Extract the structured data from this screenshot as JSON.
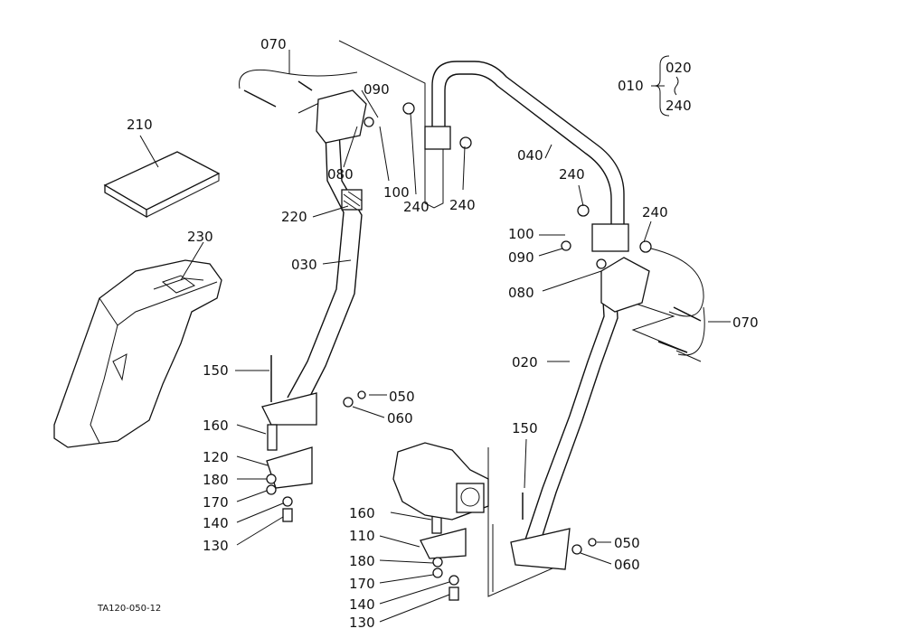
{
  "drawing_code": "TA120-050-12",
  "icons": {
    "callout": "part-number-callout"
  },
  "callouts": {
    "c070_top": "070",
    "c090_top": "090",
    "c080_top": "080",
    "c100_top": "100",
    "c240_a": "240",
    "c240_b": "240",
    "c040": "040",
    "c010": "010",
    "c020_range": "020",
    "c240_range": "240",
    "c210": "210",
    "c220": "220",
    "c030": "030",
    "c230": "230",
    "c240_c": "240",
    "c240_d": "240",
    "c100_r": "100",
    "c090_r": "090",
    "c080_r": "080",
    "c070_r": "070",
    "c020": "020",
    "c150_l": "150",
    "c050_l": "050",
    "c060_l": "060",
    "c160_l": "160",
    "c120": "120",
    "c180_l": "180",
    "c170_l": "170",
    "c140_l": "140",
    "c130_l": "130",
    "c150_r": "150",
    "c160_r": "160",
    "c110": "110",
    "c180_r": "180",
    "c170_r": "170",
    "c140_r": "140",
    "c130_r": "130",
    "c050_r": "050",
    "c060_r": "060"
  }
}
